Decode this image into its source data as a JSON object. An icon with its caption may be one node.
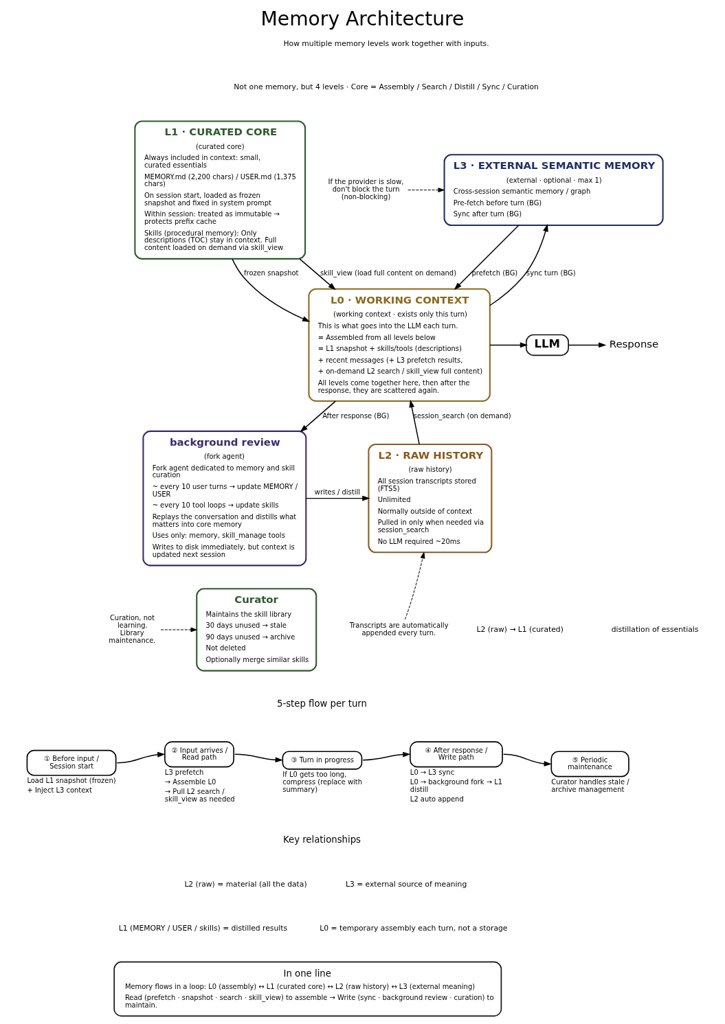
{
  "diagram": {
    "title": "Memory Architecture",
    "nodes": [
      {
        "text": [
          "L1 · CURATED CORE",
          "(curated core)",
          "Always included in context: small, curated essentials",
          "MEMORY.md (2,200 chars) / USER.md (1,375 chars)",
          "On session start, loaded as frozen snapshot and fixed in system prompt",
          "Within session: treated as immutable → protects prefix cache",
          "Skills (procedural memory): Only descriptions (TOC) stay in context. Full content loaded on demand via skill_view"
        ]
      },
      {
        "text": [
          "L3 · EXTERNAL SEMANTIC MEMORY",
          "(external · optional · max 1)",
          "Cross-session semantic memory / graph",
          "Pre-fetch before turn (BG)",
          "Sync after turn (BG)"
        ]
      },
      {
        "text": [
          "L0 · WORKING CONTEXT",
          "(working context · exists only this turn)",
          "This is what goes into the LLM each turn.",
          "= Assembled from all levels below",
          "= L1 snapshot + skills/tools (descriptions)",
          "+ recent messages (+ L3 prefetch results,",
          "+ on-demand L2 search / skill_view full content)",
          "All levels come together here, then after the response, they are scattered again."
        ]
      },
      {
        "text": [
          "LLM"
        ]
      },
      {
        "text": [
          "Response"
        ]
      },
      {
        "text": [
          "background review",
          "(fork agent)",
          "Fork agent dedicated to memory and skill curation",
          "~ every 10 user turns → update MEMORY / USER",
          "~ every 10 tool loops → update skills",
          "Replays the conversation and distills what matters into core memory",
          "Uses only: memory, skill_manage tools",
          "Writes to disk immediately, but context is updated next session"
        ]
      },
      {
        "text": [
          "L2 · RAW HISTORY",
          "(raw history)",
          "All session transcripts stored (FTS5)",
          "Unlimited",
          "Normally outside of context",
          "Pulled in only when needed via session_search",
          "No LLM required ~20ms"
        ]
      },
      {
        "text": [
          "Curator",
          "Maintains the skill library",
          "30 days unused → stale",
          "90 days unused → archive",
          "Not deleted",
          "Optionally merge similar skills"
        ]
      },
      {
        "text": [
          "If the provider is slow, don't block the turn (non-blocking)"
        ]
      },
      {
        "text": [
          "Transcripts are automatically appended every turn."
        ]
      },
      {
        "text": [
          "Curation, not learning. Library maintenance."
        ]
      },
      {
        "text": [
          "① Before input / Session start"
        ],
        "beside": [
          "Load L1 snapshot (frozen)",
          "+ Inject L3 context"
        ]
      },
      {
        "text": [
          "② Input arrives / Read path"
        ],
        "beside": [
          "L3 prefetch",
          "→ Assemble L0",
          "→ Pull L2 search / skill_view as needed"
        ]
      },
      {
        "text": [
          "③ Turn in progress"
        ],
        "beside": [
          "If L0 gets too long, compress (replace with summary)"
        ]
      },
      {
        "text": [
          "④ After response / Write path"
        ],
        "beside": [
          "L0 → L3 sync",
          "L0 → background fork → L1 distill",
          "L2 auto append"
        ]
      },
      {
        "text": [
          "⑤ Periodic maintenance"
        ],
        "beside": [
          "Curator handles stale / archive management"
        ]
      },
      {
        "text": [
          "In one line",
          "Memory flows in a loop: L0 (assembly) ↔ L1 (curated core) ↔ L2 (raw history) ↔ L3 (external meaning)",
          "Read (prefetch · snapshot · search · skill_view) to assemble → Write (sync · background review · curation) to maintain."
        ]
      }
    ],
    "edges": [
      {
        "from": 0,
        "to": 2,
        "arrow": "to",
        "label": "frozen snapshot"
      },
      {
        "from": 0,
        "to": 2,
        "arrow": "to",
        "label": "skill_view (load full content on demand)"
      },
      {
        "from": 1,
        "to": 2,
        "arrow": "to",
        "label": "prefetch (BG)"
      },
      {
        "from": 2,
        "to": 1,
        "arrow": "to",
        "label": "sync turn (BG)"
      },
      {
        "from": 2,
        "to": 3,
        "arrow": "to"
      },
      {
        "from": 3,
        "to": 4,
        "arrow": "to"
      },
      {
        "from": 2,
        "to": 5,
        "arrow": "to",
        "label": "After response (BG)"
      },
      {
        "from": 6,
        "to": 2,
        "arrow": "to",
        "label": "session_search (on demand)"
      },
      {
        "from": 5,
        "to": 6,
        "arrow": "to",
        "label": "writes / distill"
      },
      {
        "from": 8,
        "to": 1,
        "arrow": "to",
        "style": "dashed"
      },
      {
        "from": 9,
        "to": 6,
        "arrow": "to",
        "style": "dashed"
      },
      {
        "from": 10,
        "to": 7,
        "arrow": "to",
        "style": "dashed"
      },
      {
        "from": 11,
        "to": 12,
        "arrow": "to"
      },
      {
        "from": 12,
        "to": 13,
        "arrow": "to"
      },
      {
        "from": 13,
        "to": 14,
        "arrow": "to"
      },
      {
        "from": 14,
        "to": 15,
        "arrow": "to"
      }
    ],
    "labels": [
      "How multiple memory levels work together with inputs.",
      "Not one memory, but 4 levels · Core = Assembly / Search / Distill / Sync / Curation",
      "L2 (raw) → L1 (curated)",
      "distillation of essentials",
      "5-step flow per turn",
      "Key relationships",
      "L2 (raw) = material (all the data)",
      "L3 = external source of meaning",
      "L1 (MEMORY / USER / skills) = distilled results",
      "L0 = temporary assembly each turn, not a storage"
    ]
  }
}
